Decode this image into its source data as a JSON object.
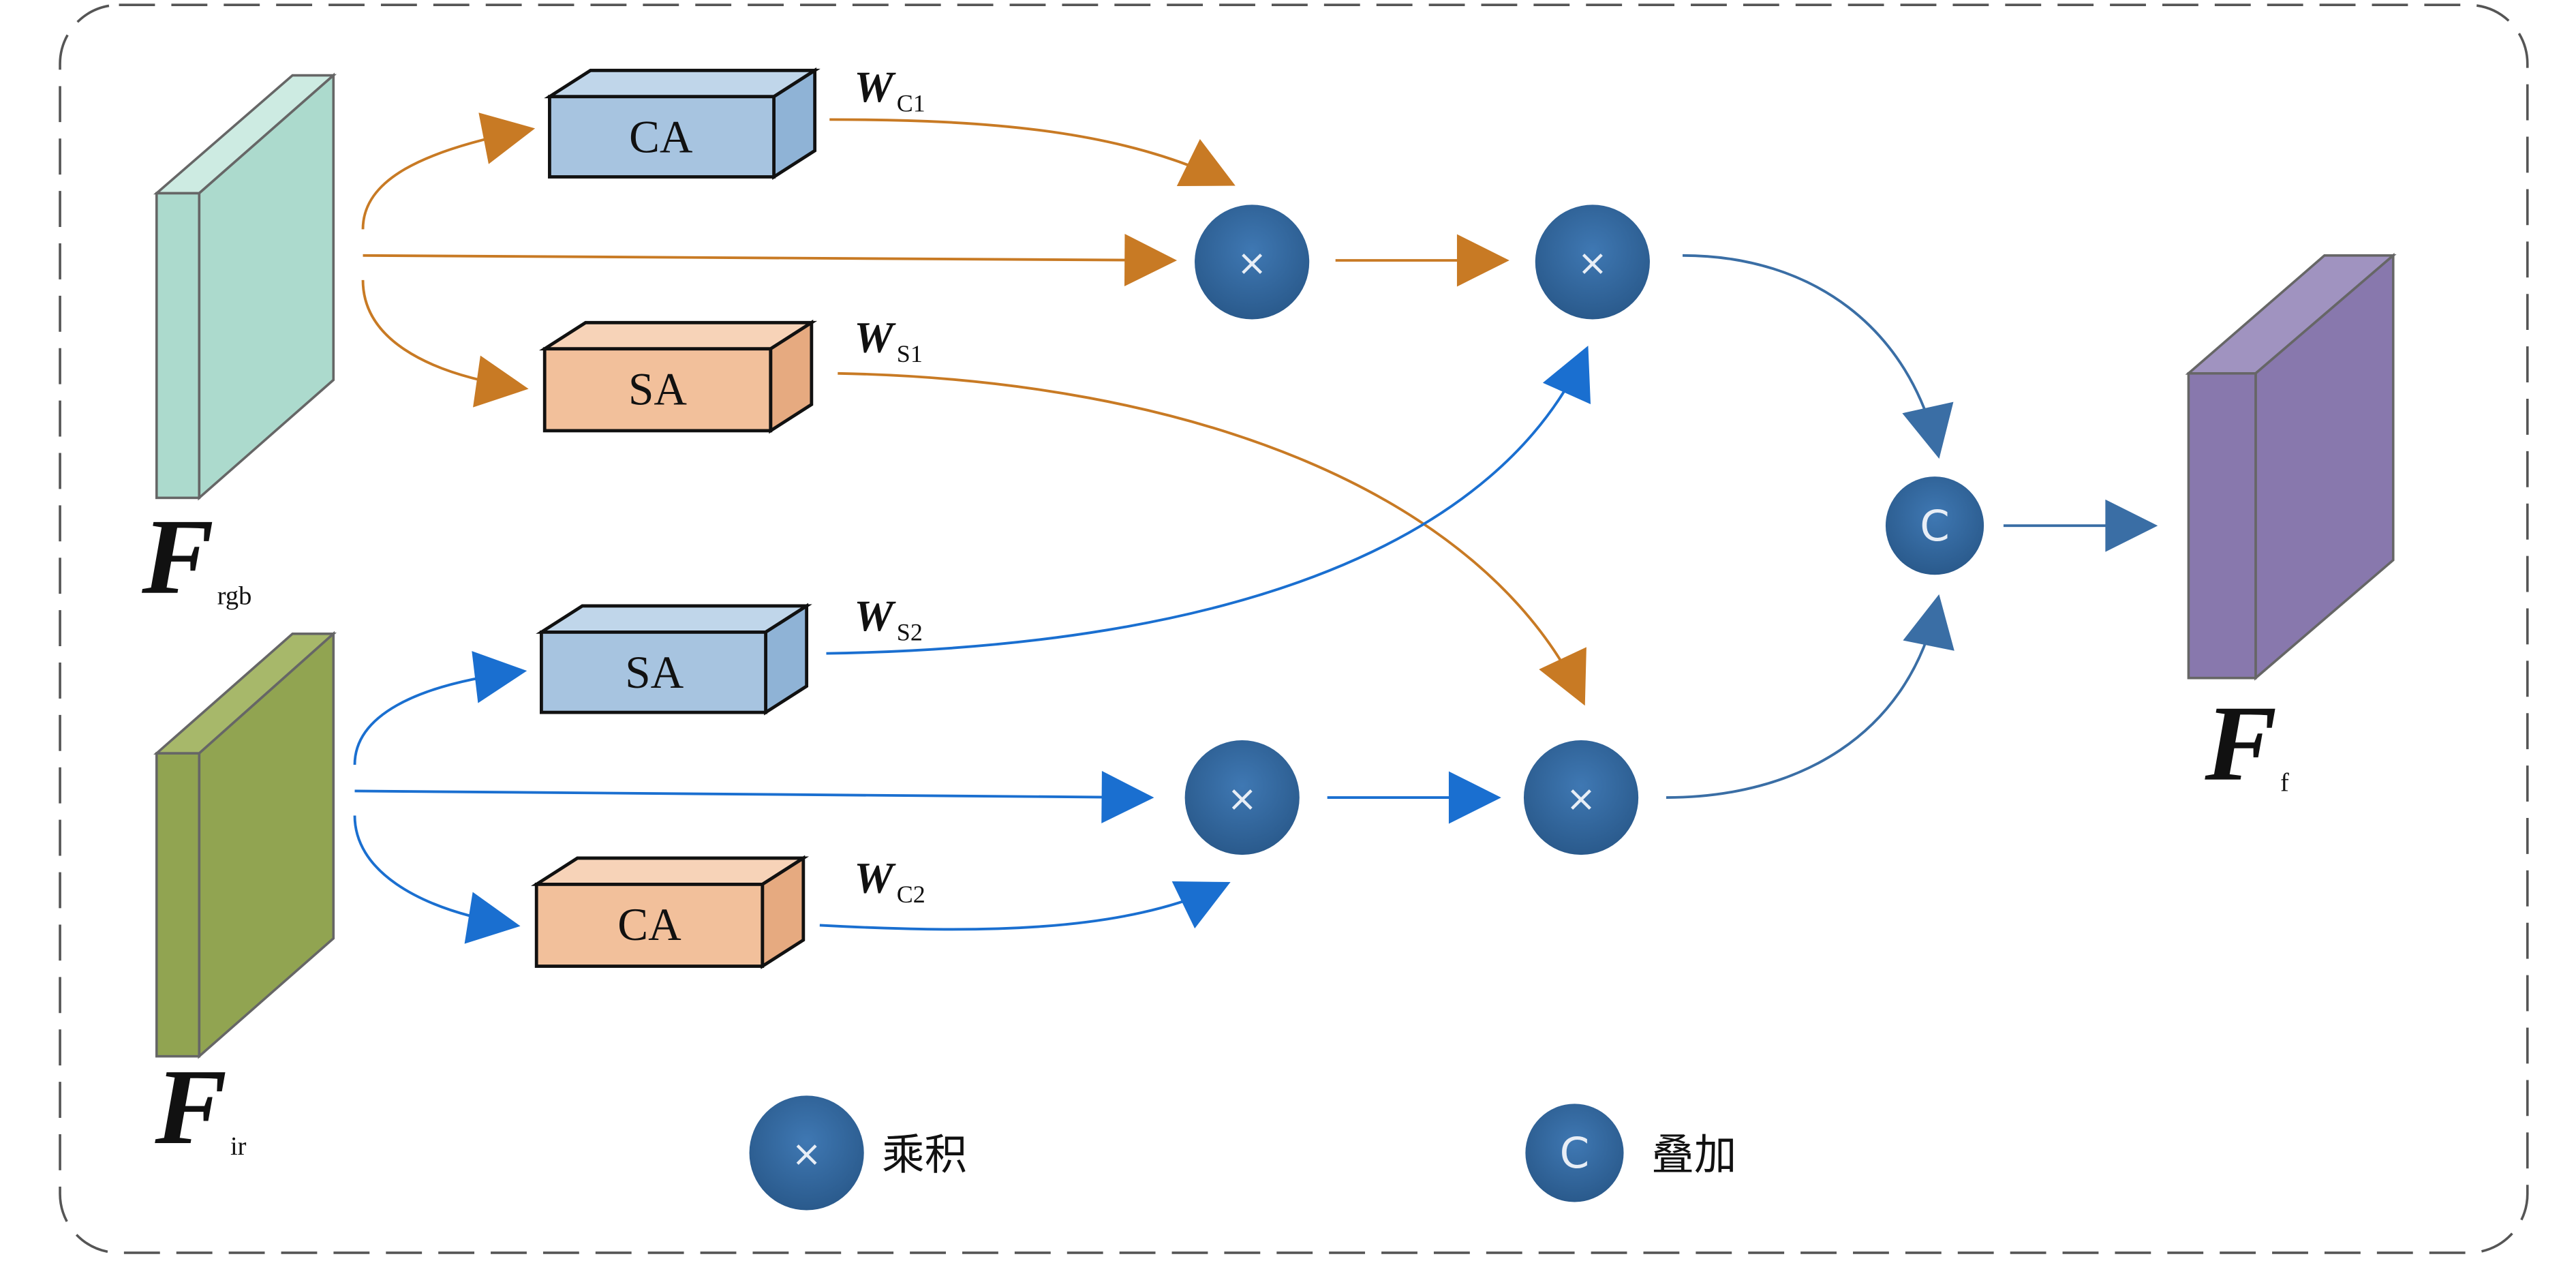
{
  "boxes": {
    "ca_top": "CA",
    "sa_top": "SA",
    "sa_bottom": "SA",
    "ca_bottom": "CA"
  },
  "weights": {
    "wc1": {
      "main": "W",
      "sub": "C1"
    },
    "ws1": {
      "main": "W",
      "sub": "S1"
    },
    "ws2": {
      "main": "W",
      "sub": "S2"
    },
    "wc2": {
      "main": "W",
      "sub": "C2"
    }
  },
  "features": {
    "rgb": {
      "main": "F",
      "sub": "rgb"
    },
    "ir": {
      "main": "F",
      "sub": "ir"
    },
    "fused": {
      "main": "F",
      "sub": "f"
    }
  },
  "nodes": {
    "multiply_symbol": "×",
    "concat_symbol": "C"
  },
  "legend": {
    "multiply_symbol": "×",
    "multiply_label": "乘积",
    "concat_symbol": "C",
    "concat_label": "叠加"
  },
  "colors": {
    "orange_arrow": "#c87a24",
    "blue_arrow": "#1a6fd0",
    "dark_blue_arrow": "#3a6ea5",
    "node_fill": "#2f6197",
    "box_blue": "#a7c4e0",
    "box_orange": "#f2c09b",
    "rgb_feature": "#acdacd",
    "ir_feature": "#91a451",
    "fused_feature": "#8878ad",
    "border": "#555555"
  }
}
